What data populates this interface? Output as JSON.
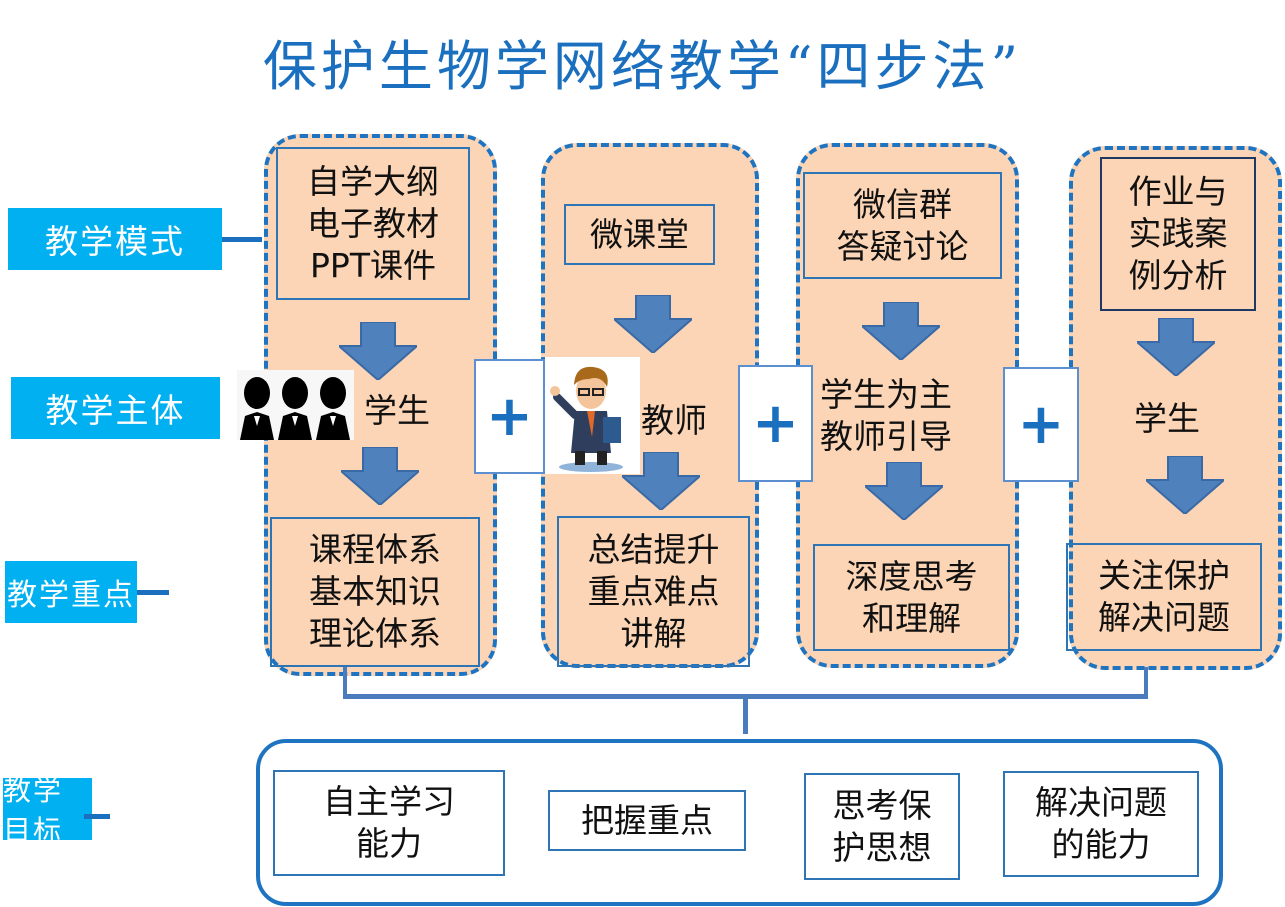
{
  "title": "保护生物学网络教学“四步法”",
  "row_labels": {
    "mode": "教学模式",
    "subject": "教学主体",
    "focus": "教学重点",
    "goal": "教学目标"
  },
  "colors": {
    "title": "#1b6fbf",
    "label_bg": "#00b0f0",
    "column_fill": "#fbd5b5",
    "column_border": "#1f74c2",
    "arrow": "#4f81bd"
  },
  "columns": [
    {
      "mode": "自学大纲\n电子教材\nPPT课件",
      "subject": "学生",
      "subject_icon": "students-icon",
      "focus": "课程体系\n基本知识\n理论体系"
    },
    {
      "mode": "微课堂",
      "subject": "教师",
      "subject_icon": "teacher-icon",
      "focus": "总结提升\n重点难点\n讲解"
    },
    {
      "mode": "微信群\n答疑讨论",
      "subject": "学生为主\n教师引导",
      "focus": "深度思考\n和理解"
    },
    {
      "mode": "作业与\n实践案\n例分析",
      "subject": "学生",
      "focus": "关注保护\n解决问题"
    }
  ],
  "plus_symbol": "+",
  "goals": [
    "自主学习\n能力",
    "把握重点",
    "思考保\n护思想",
    "解决问题\n的能力"
  ]
}
